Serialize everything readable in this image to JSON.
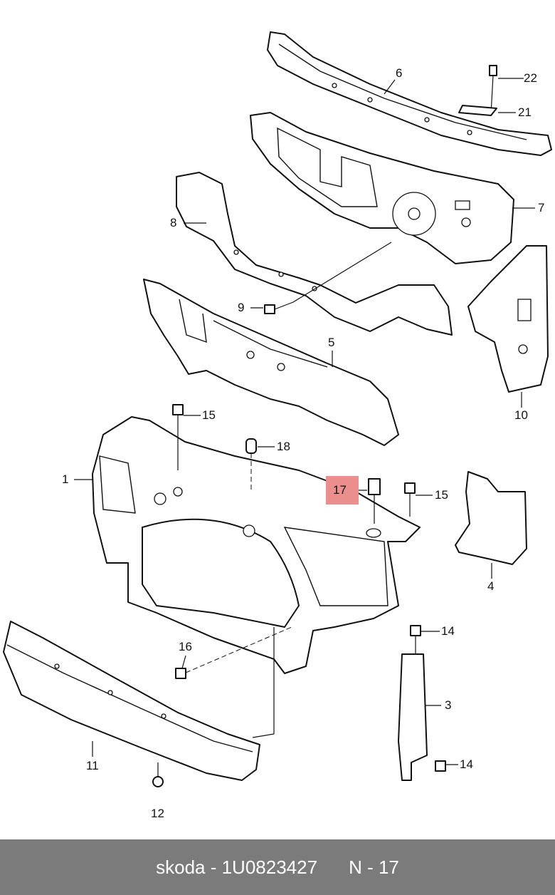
{
  "diagram": {
    "labels": {
      "l1": "1",
      "l3": "3",
      "l4": "4",
      "l5": "5",
      "l6": "6",
      "l7": "7",
      "l8": "8",
      "l9": "9",
      "l10": "10",
      "l11": "11",
      "l12": "12",
      "l14a": "14",
      "l14b": "14",
      "l15a": "15",
      "l15b": "15",
      "l16": "16",
      "l17": "17",
      "l18": "18",
      "l21": "21",
      "l22": "22"
    },
    "highlight_color": "#ea8e8e"
  },
  "footer": {
    "part_info": "skoda - 1U0823427",
    "position": "N - 17"
  }
}
